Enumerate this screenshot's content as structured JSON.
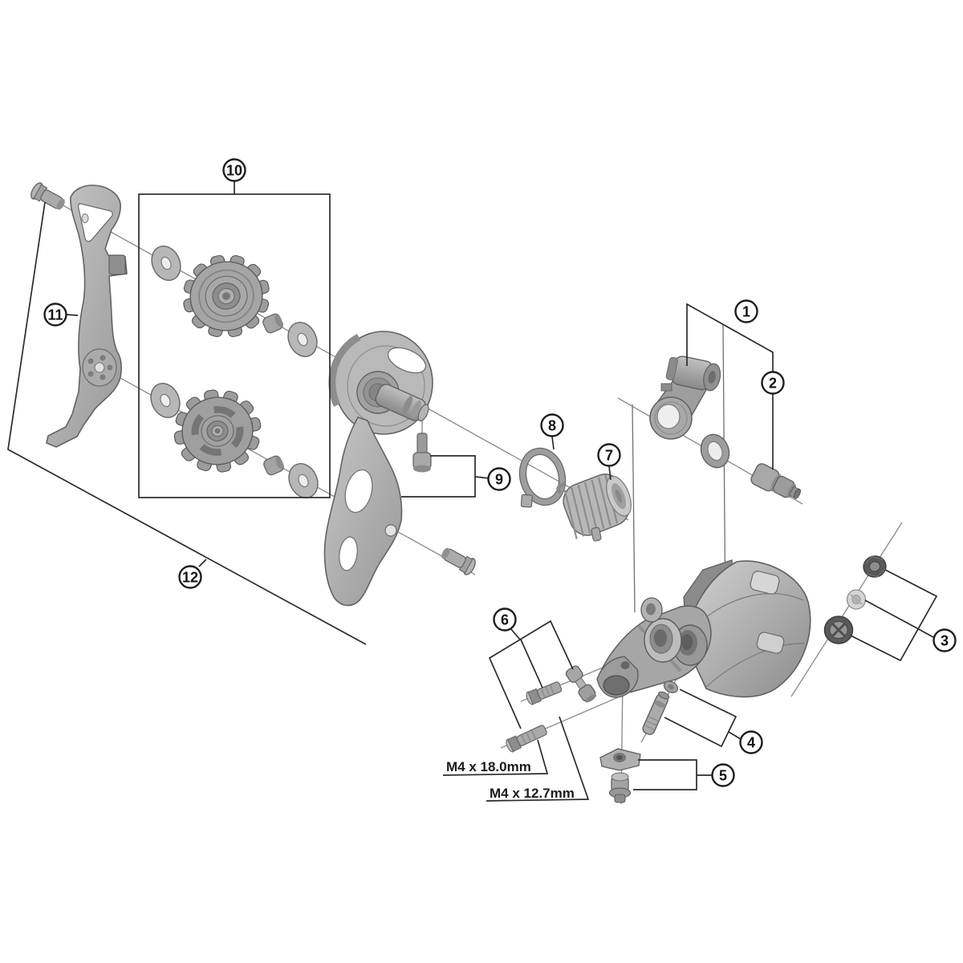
{
  "figure": {
    "type": "exploded-parts-diagram",
    "subject": "rear-derailleur",
    "callouts": {
      "c1": "1",
      "c2": "2",
      "c3": "3",
      "c4": "4",
      "c5": "5",
      "c6": "6",
      "c7": "7",
      "c8": "8",
      "c9": "9",
      "c10": "10",
      "c11": "11",
      "c12": "12"
    },
    "labels": {
      "bolt_long": "M4 x 18.0mm",
      "bolt_short": "M4 x 12.7mm"
    },
    "colors": {
      "background": "#ffffff",
      "callout_line": "#2b2b2b",
      "axis_line": "#8f8f8f",
      "part_fill": "#b2b2b2",
      "part_stroke": "#636363",
      "dark_part": "#5a5a5a"
    }
  }
}
